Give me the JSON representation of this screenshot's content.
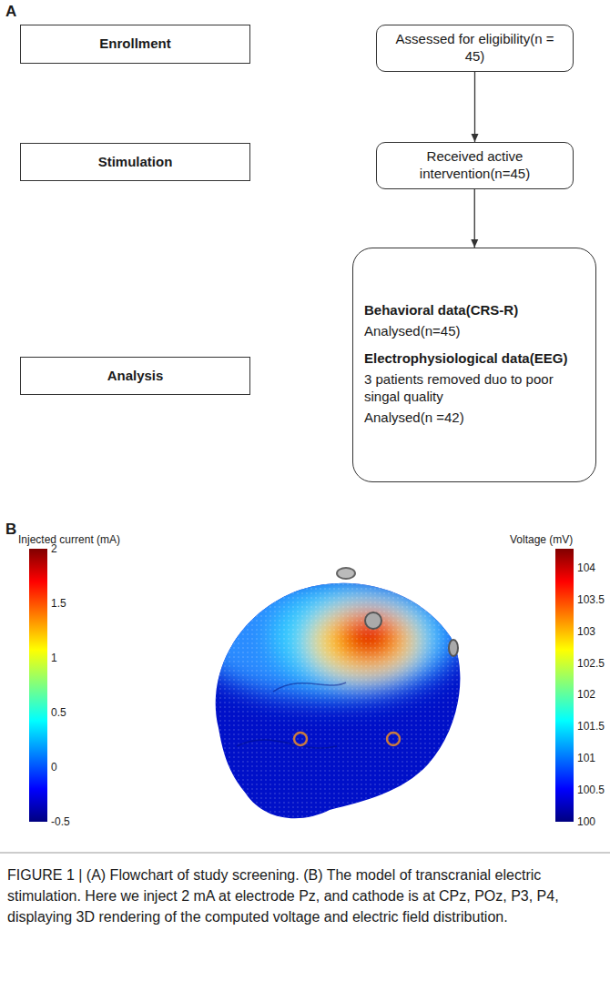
{
  "diagram": {
    "caption": "FIGURE 1 | (A) Flowchart of study screening. (B) The model of transcranial electric stimulation. Here we inject 2 mA at electrode Pz, and cathode is at CPz, POz, P3, P4, displaying 3D rendering of the computed voltage and electric field distribution.",
    "nodes": [
      {
        "text": [
          "Enrollment"
        ]
      },
      {
        "text": [
          "Assessed for eligibility(n = 45)"
        ]
      },
      {
        "text": [
          "Stimulation"
        ]
      },
      {
        "text": [
          "Received active intervention(n=45)"
        ]
      },
      {
        "text": [
          "Analysis"
        ]
      },
      {
        "text": [
          "Behavioral data(CRS-R)",
          "Analysed(n=45)",
          "Electrophysiological data(EEG)",
          "3 patients removed duo to poor singal quality",
          "Analysed(n =42)"
        ]
      }
    ],
    "edges": [
      {
        "from": 1,
        "to": 3,
        "arrow": "to"
      },
      {
        "from": 3,
        "to": 5,
        "arrow": "to"
      }
    ],
    "labels": [
      "A",
      "B",
      "Injected current (mA)",
      "2",
      "1.5",
      "1",
      "0.5",
      "0",
      "-0.5",
      "Voltage (mV)",
      "104",
      "103.5",
      "103",
      "102.5",
      "102",
      "101.5",
      "101",
      "100.5",
      "100"
    ]
  }
}
